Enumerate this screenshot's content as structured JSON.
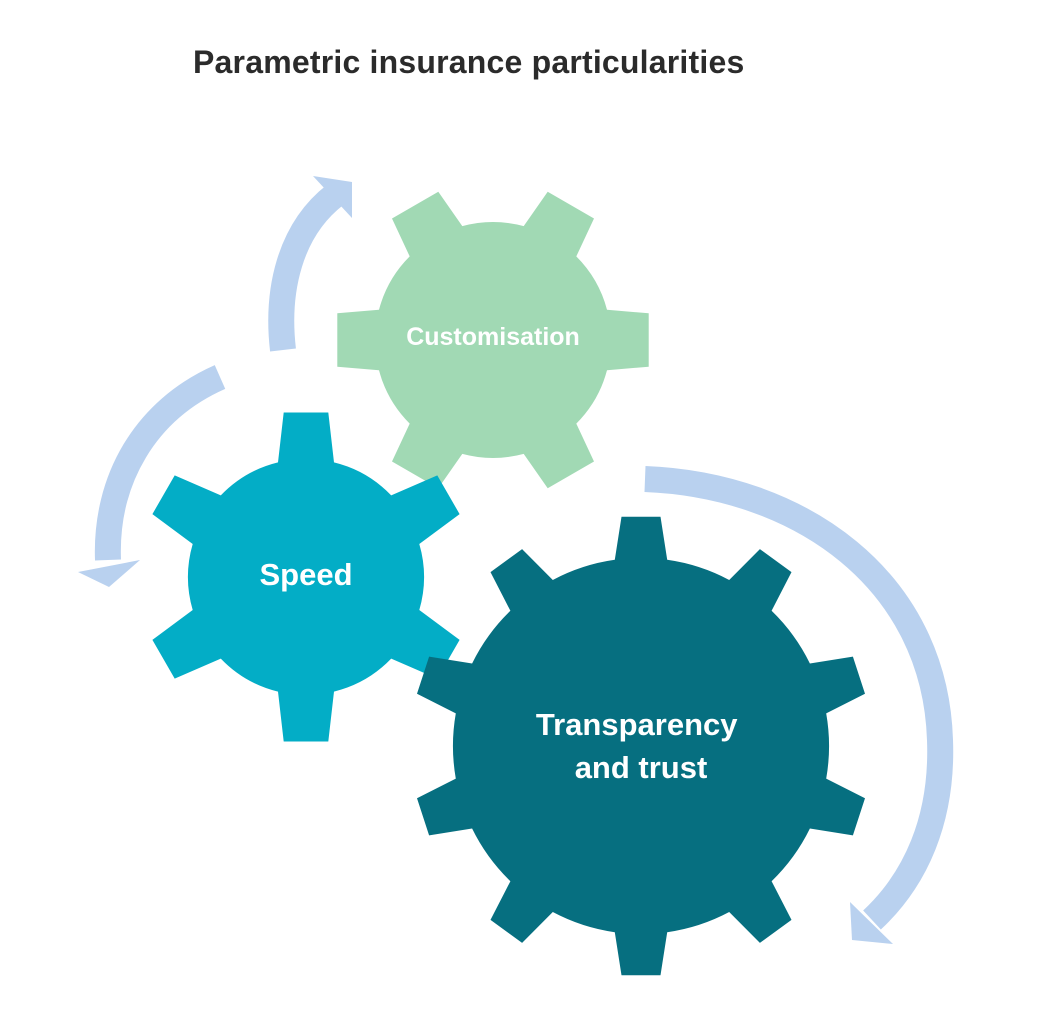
{
  "title": "Parametric insurance particularities",
  "gears": [
    {
      "id": "customisation",
      "lines": [
        "Customisation"
      ],
      "color": "#a1d9b4"
    },
    {
      "id": "speed",
      "lines": [
        "Speed"
      ],
      "color": "#03adc6"
    },
    {
      "id": "transparency",
      "lines": [
        "Transparency",
        "and trust"
      ],
      "color": "#066f80"
    }
  ],
  "arrow_color": "#b9d1ef"
}
